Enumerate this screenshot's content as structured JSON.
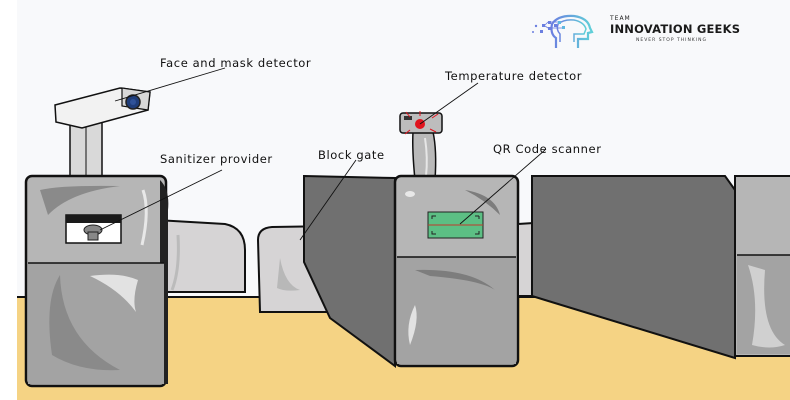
{
  "logo": {
    "team": "TEAM",
    "name": "INNOVATION GEEKS",
    "tagline": "NEVER STOP THINKING",
    "icon": "head-circuit-icon"
  },
  "labels": {
    "face_mask": "Face and mask detector",
    "sanitizer": "Sanitizer provider",
    "block_gate": "Block gate",
    "temperature": "Temperature detector",
    "qr_scanner": "QR Code scanner"
  },
  "colors": {
    "wall": "#f8f9fb",
    "floor": "#f5d384",
    "machine_light": "#b6b6b6",
    "machine_mid": "#a3a3a3",
    "machine_dark": "#707070",
    "panel": "#d6d4d5",
    "qr_screen": "#5cbf84",
    "qr_line": "#c0392b",
    "temp_dot": "#e0141e",
    "lens": "#1f3d7a"
  }
}
